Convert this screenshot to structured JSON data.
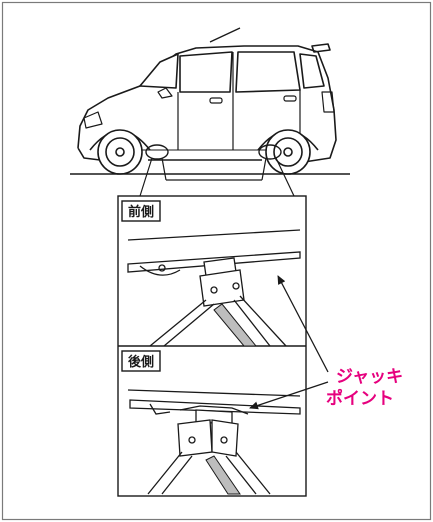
{
  "labels": {
    "front": "前側",
    "rear": "後側",
    "callout_line1": "ジャッキ",
    "callout_line2": "ポイント"
  },
  "colors": {
    "callout": "#e6007e",
    "line": "#1a1a1a",
    "shade": "#bdbdbd",
    "border": "#7a7a7a"
  }
}
